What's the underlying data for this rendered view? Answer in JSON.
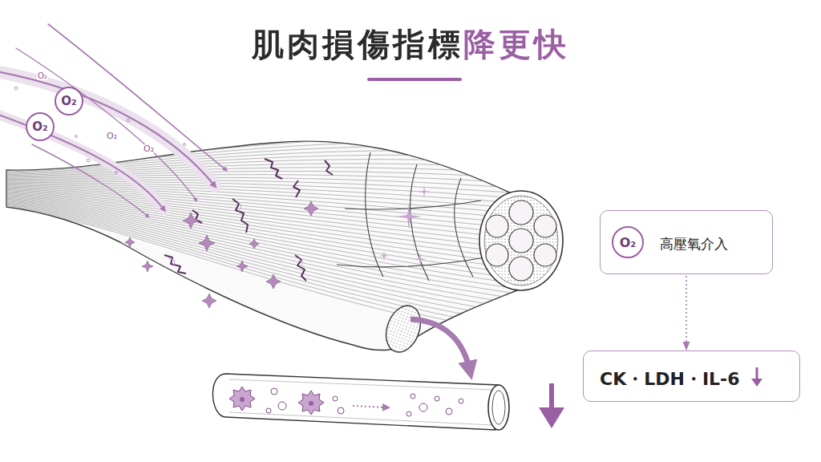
{
  "diagram": {
    "title": "肌肉損傷指標降更快",
    "nodes": [
      {
        "text": [
          "O₂"
        ]
      },
      {
        "text": [
          "O₂"
        ]
      },
      {
        "text": [
          "高壓氧介入"
        ]
      },
      {
        "text": [
          "O₂"
        ],
        "in": 2
      },
      {
        "text": [
          "CK・LDH・IL-6"
        ]
      }
    ],
    "edges": [
      {
        "from": 2,
        "to": 4,
        "arrow": "to"
      }
    ],
    "labels": [
      "O₂",
      "O₂",
      "O₂"
    ]
  }
}
